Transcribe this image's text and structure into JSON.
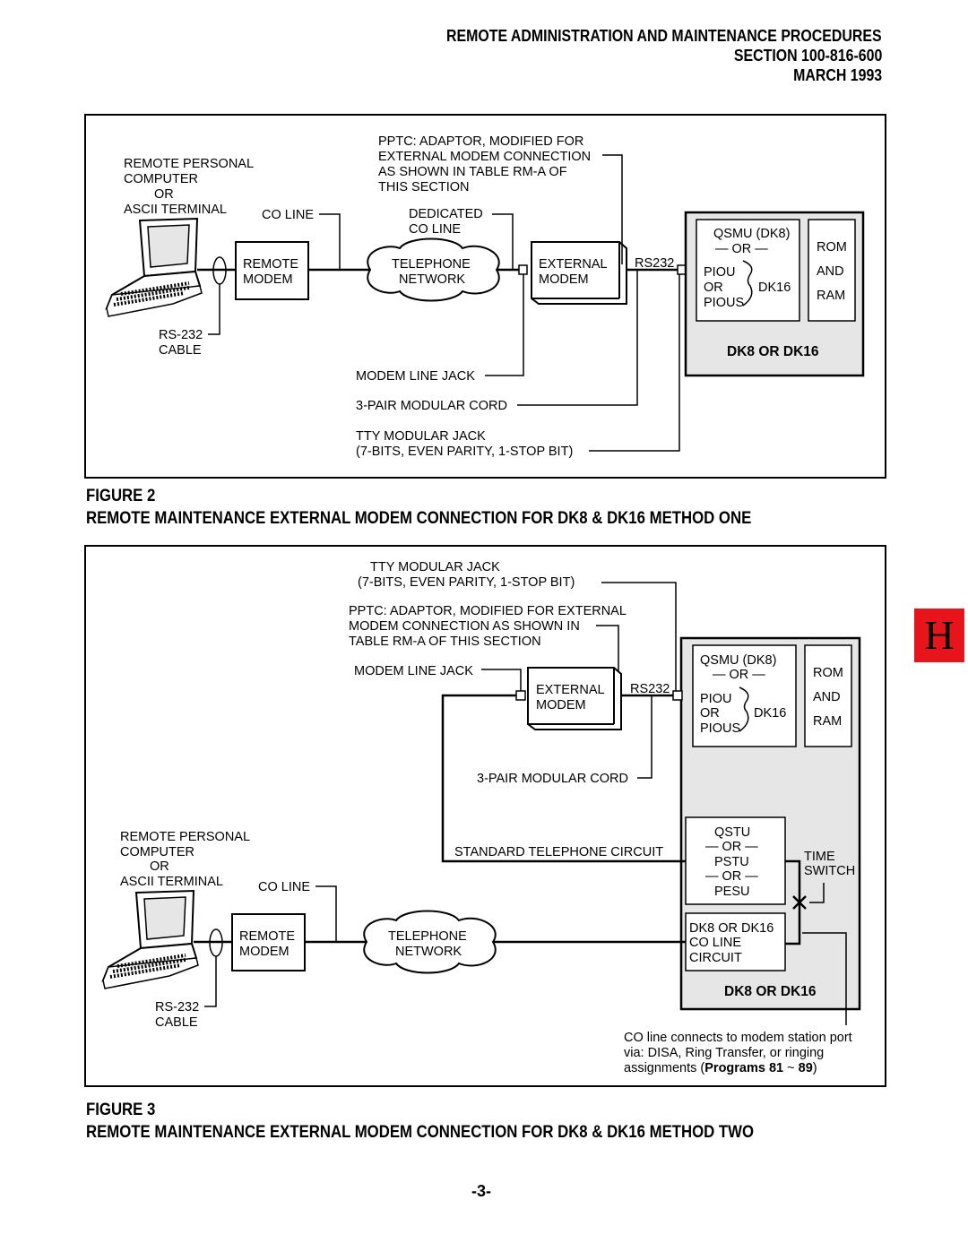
{
  "header": {
    "line1": "REMOTE ADMINISTRATION AND MAINTENANCE PROCEDURES",
    "line2": "SECTION 100-816-600",
    "line3": "MARCH 1993"
  },
  "figure2": {
    "number": "FIGURE 2",
    "title": "REMOTE MAINTENANCE EXTERNAL MODEM CONNECTION FOR DK8 & DK16 METHOD ONE",
    "labels": {
      "pc_1": "REMOTE PERSONAL",
      "pc_2": "COMPUTER",
      "pc_3": "OR",
      "pc_4": "ASCII TERMINAL",
      "co_line": "CO LINE",
      "remote_modem_1": "REMOTE",
      "remote_modem_2": "MODEM",
      "rs232_cable_1": "RS-232",
      "rs232_cable_2": "CABLE",
      "pptc_1": "PPTC: ADAPTOR, MODIFIED FOR",
      "pptc_2": "EXTERNAL MODEM CONNECTION",
      "pptc_3": "AS SHOWN IN TABLE RM-A OF",
      "pptc_4": "THIS SECTION",
      "dedicated_1": "DEDICATED",
      "dedicated_2": "CO LINE",
      "telephone_1": "TELEPHONE",
      "telephone_2": "NETWORK",
      "ext_modem_1": "EXTERNAL",
      "ext_modem_2": "MODEM",
      "rs232": "RS232",
      "qsmu": "QSMU  (DK8)",
      "or_dash": "— OR —",
      "piou": "PIOU",
      "or": "OR",
      "dk16": "DK16",
      "pious": "PIOUS",
      "rom": "ROM",
      "and": "AND",
      "ram": "RAM",
      "dk8_or_dk16": "DK8 OR DK16",
      "modem_line_jack": "MODEM LINE JACK",
      "three_pair": "3-PAIR MODULAR CORD",
      "tty_1": "TTY MODULAR JACK",
      "tty_2": "(7-BITS, EVEN PARITY, 1-STOP BIT)"
    }
  },
  "figure3": {
    "number": "FIGURE 3",
    "title": "REMOTE MAINTENANCE EXTERNAL MODEM CONNECTION FOR DK8 & DK16 METHOD TWO",
    "labels": {
      "tty_1": "TTY MODULAR JACK",
      "tty_2": "(7-BITS, EVEN PARITY, 1-STOP BIT)",
      "pptc_1": "PPTC: ADAPTOR, MODIFIED FOR EXTERNAL",
      "pptc_2": "MODEM CONNECTION AS SHOWN IN",
      "pptc_3": "TABLE RM-A OF THIS SECTION",
      "modem_line_jack": "MODEM LINE JACK",
      "ext_modem_1": "EXTERNAL",
      "ext_modem_2": "MODEM",
      "rs232": "RS232",
      "qsmu": "QSMU  (DK8)",
      "or_dash": "— OR —",
      "piou": "PIOU",
      "or": "OR",
      "dk16": "DK16",
      "pious": "PIOUS",
      "rom": "ROM",
      "and": "AND",
      "ram": "RAM",
      "three_pair": "3-PAIR MODULAR CORD",
      "pc_1": "REMOTE PERSONAL",
      "pc_2": "COMPUTER",
      "pc_3": "OR",
      "pc_4": "ASCII TERMINAL",
      "co_line": "CO LINE",
      "std_circuit": "STANDARD TELEPHONE CIRCUIT",
      "qstu": "QSTU",
      "pstu": "PSTU",
      "pesu": "PESU",
      "time_1": "TIME",
      "time_2": "SWITCH",
      "remote_modem_1": "REMOTE",
      "remote_modem_2": "MODEM",
      "telephone_1": "TELEPHONE",
      "telephone_2": "NETWORK",
      "dk_co_1": "DK8 OR DK16",
      "dk_co_2": "CO LINE",
      "dk_co_3": "CIRCUIT",
      "dk8_or_dk16": "DK8 OR DK16",
      "rs232_cable_1": "RS-232",
      "rs232_cable_2": "CABLE",
      "note_1": "CO line connects to modem station port",
      "note_2": "via: DISA, Ring Transfer, or ringing",
      "note_3a": "assignments (",
      "note_3b": "Programs 81",
      "note_3c": " ~ ",
      "note_3d": "89",
      "note_3e": ")"
    }
  },
  "side_tab": "H",
  "page_number": "-3-"
}
